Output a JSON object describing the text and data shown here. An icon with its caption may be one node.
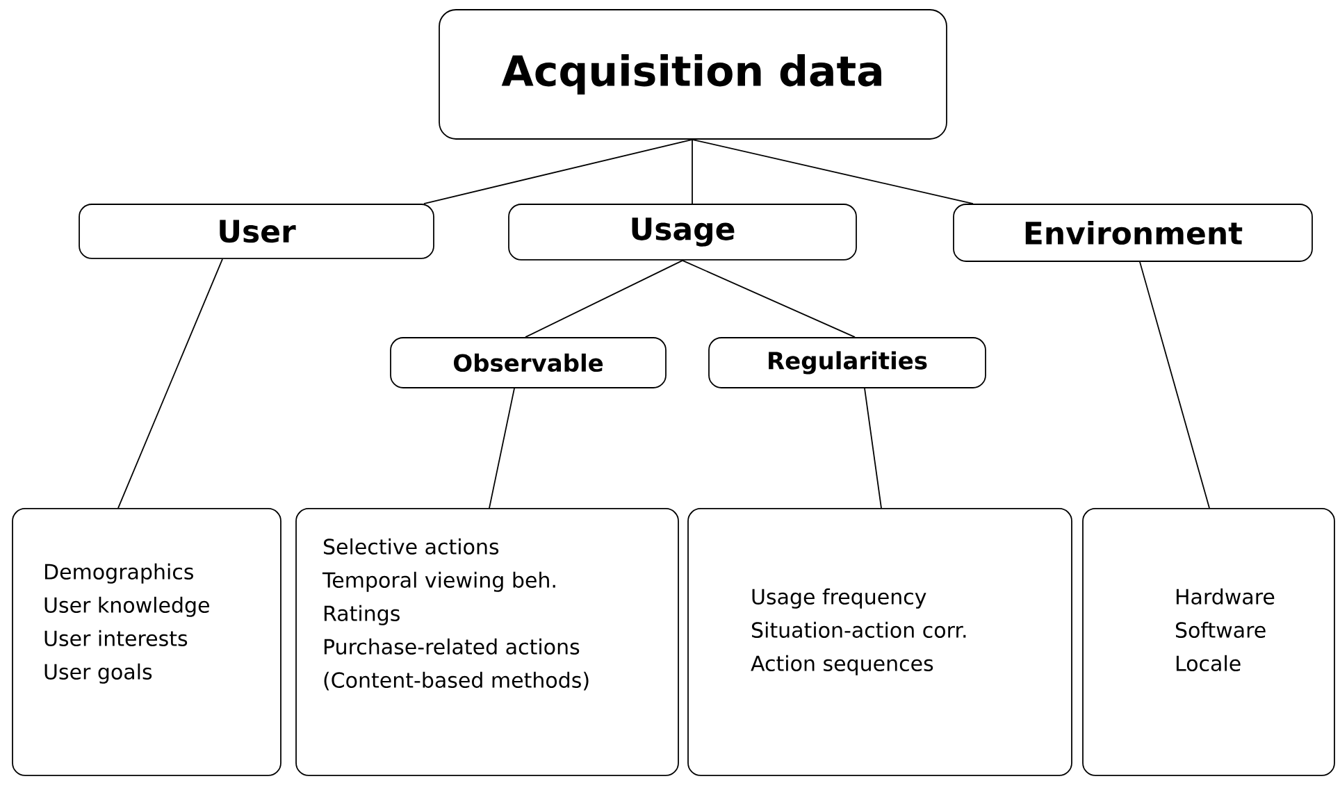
{
  "diagram": {
    "nodes": [
      {
        "text": [
          "Acquisition data"
        ]
      },
      {
        "text": [
          "User"
        ]
      },
      {
        "text": [
          "Usage"
        ]
      },
      {
        "text": [
          "Environment"
        ]
      },
      {
        "text": [
          "Observable"
        ]
      },
      {
        "text": [
          "Regularities"
        ]
      },
      {
        "text": [
          "Demographics",
          "User knowledge",
          "User interests",
          "User goals"
        ]
      },
      {
        "text": [
          "Selective actions",
          "Temporal viewing beh.",
          "Ratings",
          "Purchase-related actions",
          "(Content-based methods)"
        ]
      },
      {
        "text": [
          "Usage frequency",
          "Situation-action corr.",
          "Action sequences"
        ]
      },
      {
        "text": [
          "Hardware",
          "Software",
          "Locale"
        ]
      }
    ],
    "edges": [
      {
        "from": 0,
        "to": 1,
        "arrow": "none"
      },
      {
        "from": 0,
        "to": 2,
        "arrow": "none"
      },
      {
        "from": 0,
        "to": 3,
        "arrow": "none"
      },
      {
        "from": 2,
        "to": 4,
        "arrow": "none"
      },
      {
        "from": 2,
        "to": 5,
        "arrow": "none"
      },
      {
        "from": 1,
        "to": 6,
        "arrow": "none"
      },
      {
        "from": 4,
        "to": 7,
        "arrow": "none"
      },
      {
        "from": 5,
        "to": 8,
        "arrow": "none"
      },
      {
        "from": 3,
        "to": 9,
        "arrow": "none"
      }
    ]
  }
}
